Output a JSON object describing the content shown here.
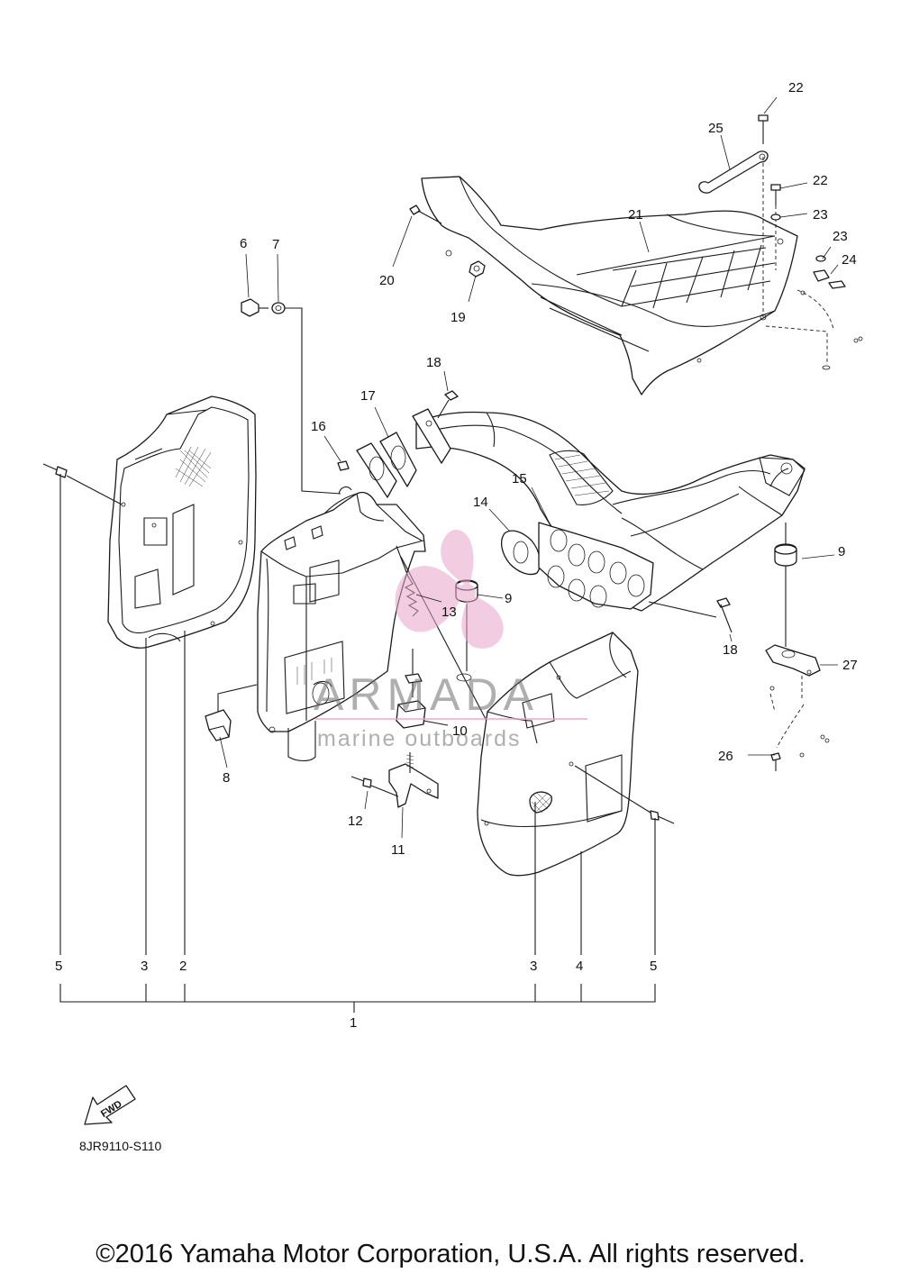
{
  "callouts": {
    "c1": "1",
    "c2": "2",
    "c3": "3",
    "c4": "4",
    "c5": "5",
    "c6": "6",
    "c7": "7",
    "c8": "8",
    "c9": "9",
    "c10": "10",
    "c11": "11",
    "c12": "12",
    "c13": "13",
    "c14": "14",
    "c15": "15",
    "c16": "16",
    "c17": "17",
    "c18": "18",
    "c19": "19",
    "c20": "20",
    "c21": "21",
    "c22": "22",
    "c23": "23",
    "c24": "24",
    "c25": "25",
    "c26": "26",
    "c27": "27"
  },
  "watermark": {
    "brand": "ARMADA",
    "tagline": "marine outboards",
    "logo_color": "#e9a4c8"
  },
  "fwd_label": "FWD",
  "diagram_code": "8JR9110-S110",
  "copyright": "©2016 Yamaha Motor Corporation, U.S.A. All rights reserved."
}
